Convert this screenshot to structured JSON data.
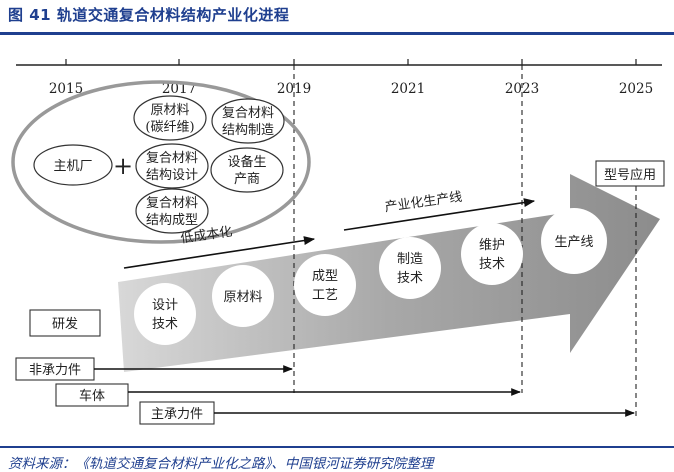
{
  "figure": {
    "title": "图 41  轨道交通复合材料结构产业化进程",
    "source": "资料来源：《轨道交通复合材料产业化之路》、中国银河证券研究院整理"
  },
  "timeline": {
    "years": [
      "2015",
      "2017",
      "2019",
      "2021",
      "2023",
      "2025"
    ]
  },
  "cluster": {
    "main": "主机厂",
    "plus": "+",
    "items": [
      [
        "原材料",
        "(碳纤维)"
      ],
      [
        "复合材料",
        "结构制造"
      ],
      [
        "复合材料",
        "结构设计"
      ],
      [
        "设备生",
        "产商"
      ],
      [
        "复合材料",
        "结构成型"
      ]
    ]
  },
  "trends": {
    "cost": "低成本化",
    "industrial": "产业化生产线",
    "model": "型号应用"
  },
  "stages": [
    [
      "设计",
      "技术"
    ],
    [
      "原材料"
    ],
    [
      "成型",
      "工艺"
    ],
    [
      "制造",
      "技术"
    ],
    [
      "维护",
      "技术"
    ],
    [
      "生产线"
    ]
  ],
  "phases": {
    "rd": "研发",
    "nonload": "非承力件",
    "body": "车体",
    "mainload": "主承力件"
  }
}
